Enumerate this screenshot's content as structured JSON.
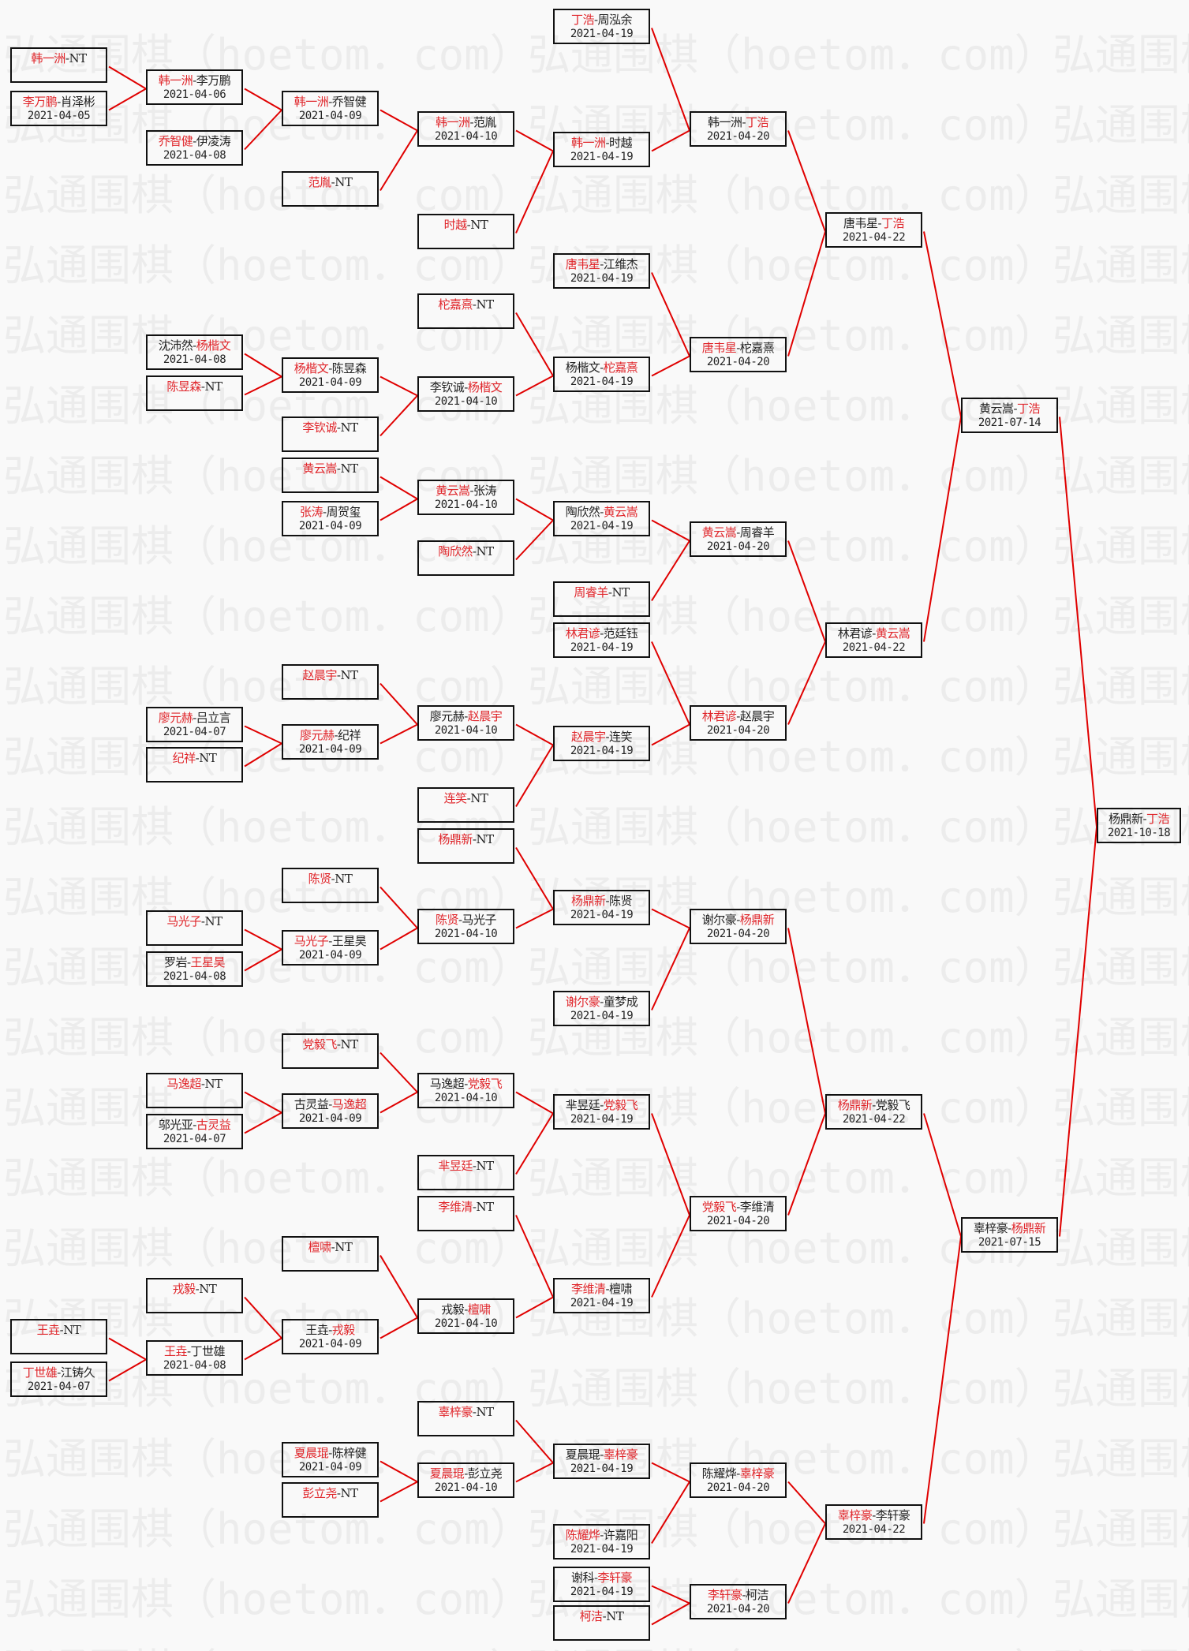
{
  "watermark": {
    "text": "弘通围棋（hoetom．com）"
  },
  "separator": "-",
  "colors": {
    "winner": "#e0262b",
    "line": "#e00000",
    "border": "#111111"
  },
  "matches": [
    {
      "a": "杨鼎新",
      "b": "丁浩",
      "winner": "b",
      "date": "2021-10-18"
    },
    {
      "a": "黄云嵩",
      "b": "丁浩",
      "winner": "b",
      "date": "2021-07-14"
    },
    {
      "a": "辜梓豪",
      "b": "杨鼎新",
      "winner": "b",
      "date": "2021-07-15"
    },
    {
      "a": "唐韦星",
      "b": "丁浩",
      "winner": "b",
      "date": "2021-04-22"
    },
    {
      "a": "林君谚",
      "b": "黄云嵩",
      "winner": "b",
      "date": "2021-04-22"
    },
    {
      "a": "杨鼎新",
      "b": "党毅飞",
      "winner": "a",
      "date": "2021-04-22"
    },
    {
      "a": "辜梓豪",
      "b": "李轩豪",
      "winner": "a",
      "date": "2021-04-22"
    },
    {
      "a": "韩一洲",
      "b": "丁浩",
      "winner": "b",
      "date": "2021-04-20"
    },
    {
      "a": "唐韦星",
      "b": "柁嘉熹",
      "winner": "a",
      "date": "2021-04-20"
    },
    {
      "a": "黄云嵩",
      "b": "周睿羊",
      "winner": "a",
      "date": "2021-04-20"
    },
    {
      "a": "林君谚",
      "b": "赵晨宇",
      "winner": "a",
      "date": "2021-04-20"
    },
    {
      "a": "谢尔豪",
      "b": "杨鼎新",
      "winner": "b",
      "date": "2021-04-20"
    },
    {
      "a": "党毅飞",
      "b": "李维清",
      "winner": "a",
      "date": "2021-04-20"
    },
    {
      "a": "陈耀烨",
      "b": "辜梓豪",
      "winner": "b",
      "date": "2021-04-20"
    },
    {
      "a": "李轩豪",
      "b": "柯洁",
      "winner": "a",
      "date": "2021-04-20"
    },
    {
      "a": "丁浩",
      "b": "周泓余",
      "winner": "a",
      "date": "2021-04-19"
    },
    {
      "a": "韩一洲",
      "b": "时越",
      "winner": "a",
      "date": "2021-04-19"
    },
    {
      "a": "唐韦星",
      "b": "江维杰",
      "winner": "a",
      "date": "2021-04-19"
    },
    {
      "a": "杨楷文",
      "b": "柁嘉熹",
      "winner": "b",
      "date": "2021-04-19"
    },
    {
      "a": "陶欣然",
      "b": "黄云嵩",
      "winner": "b",
      "date": "2021-04-19"
    },
    {
      "a": "周睿羊",
      "b": "NT",
      "winner": "a"
    },
    {
      "a": "林君谚",
      "b": "范廷钰",
      "winner": "a",
      "date": "2021-04-19"
    },
    {
      "a": "赵晨宇",
      "b": "连笑",
      "winner": "a",
      "date": "2021-04-19"
    },
    {
      "a": "杨鼎新",
      "b": "陈贤",
      "winner": "a",
      "date": "2021-04-19"
    },
    {
      "a": "谢尔豪",
      "b": "童梦成",
      "winner": "a",
      "date": "2021-04-19"
    },
    {
      "a": "芈昱廷",
      "b": "党毅飞",
      "winner": "b",
      "date": "2021-04-19"
    },
    {
      "a": "李维清",
      "b": "檀啸",
      "winner": "a",
      "date": "2021-04-19"
    },
    {
      "a": "夏晨琨",
      "b": "辜梓豪",
      "winner": "b",
      "date": "2021-04-19"
    },
    {
      "a": "陈耀烨",
      "b": "许嘉阳",
      "winner": "a",
      "date": "2021-04-19"
    },
    {
      "a": "谢科",
      "b": "李轩豪",
      "winner": "b",
      "date": "2021-04-19"
    },
    {
      "a": "柯洁",
      "b": "NT",
      "winner": "a"
    },
    {
      "a": "韩一洲",
      "b": "范胤",
      "winner": "a",
      "date": "2021-04-10"
    },
    {
      "a": "时越",
      "b": "NT",
      "winner": "a"
    },
    {
      "a": "柁嘉熹",
      "b": "NT",
      "winner": "a"
    },
    {
      "a": "李钦诚",
      "b": "杨楷文",
      "winner": "b",
      "date": "2021-04-10"
    },
    {
      "a": "黄云嵩",
      "b": "张涛",
      "winner": "a",
      "date": "2021-04-10"
    },
    {
      "a": "陶欣然",
      "b": "NT",
      "winner": "a"
    },
    {
      "a": "廖元赫",
      "b": "赵晨宇",
      "winner": "b",
      "date": "2021-04-10"
    },
    {
      "a": "连笑",
      "b": "NT",
      "winner": "a"
    },
    {
      "a": "杨鼎新",
      "b": "NT",
      "winner": "a"
    },
    {
      "a": "陈贤",
      "b": "马光子",
      "winner": "a",
      "date": "2021-04-10"
    },
    {
      "a": "马逸超",
      "b": "党毅飞",
      "winner": "b",
      "date": "2021-04-10"
    },
    {
      "a": "芈昱廷",
      "b": "NT",
      "winner": "a"
    },
    {
      "a": "李维清",
      "b": "NT",
      "winner": "a"
    },
    {
      "a": "戎毅",
      "b": "檀啸",
      "winner": "b",
      "date": "2021-04-10"
    },
    {
      "a": "辜梓豪",
      "b": "NT",
      "winner": "a"
    },
    {
      "a": "夏晨琨",
      "b": "彭立尧",
      "winner": "a",
      "date": "2021-04-10"
    },
    {
      "a": "韩一洲",
      "b": "乔智健",
      "winner": "a",
      "date": "2021-04-09"
    },
    {
      "a": "范胤",
      "b": "NT",
      "winner": "a"
    },
    {
      "a": "杨楷文",
      "b": "陈昱森",
      "winner": "a",
      "date": "2021-04-09"
    },
    {
      "a": "李钦诚",
      "b": "NT",
      "winner": "a"
    },
    {
      "a": "黄云嵩",
      "b": "NT",
      "winner": "a"
    },
    {
      "a": "张涛",
      "b": "周贺玺",
      "winner": "a",
      "date": "2021-04-09"
    },
    {
      "a": "赵晨宇",
      "b": "NT",
      "winner": "a"
    },
    {
      "a": "廖元赫",
      "b": "纪祥",
      "winner": "a",
      "date": "2021-04-09"
    },
    {
      "a": "陈贤",
      "b": "NT",
      "winner": "a"
    },
    {
      "a": "马光子",
      "b": "王星昊",
      "winner": "a",
      "date": "2021-04-09"
    },
    {
      "a": "党毅飞",
      "b": "NT",
      "winner": "a"
    },
    {
      "a": "古灵益",
      "b": "马逸超",
      "winner": "b",
      "date": "2021-04-09"
    },
    {
      "a": "檀啸",
      "b": "NT",
      "winner": "a"
    },
    {
      "a": "王垚",
      "b": "戎毅",
      "winner": "b",
      "date": "2021-04-09"
    },
    {
      "a": "夏晨琨",
      "b": "陈梓健",
      "winner": "a",
      "date": "2021-04-09"
    },
    {
      "a": "彭立尧",
      "b": "NT",
      "winner": "a"
    },
    {
      "a": "韩一洲",
      "b": "李万鹏",
      "winner": "a",
      "date": "2021-04-06"
    },
    {
      "a": "乔智健",
      "b": "伊凌涛",
      "winner": "a",
      "date": "2021-04-08"
    },
    {
      "a": "沈沛然",
      "b": "杨楷文",
      "winner": "b",
      "date": "2021-04-08"
    },
    {
      "a": "陈昱森",
      "b": "NT",
      "winner": "a"
    },
    {
      "a": "廖元赫",
      "b": "吕立言",
      "winner": "a",
      "date": "2021-04-07"
    },
    {
      "a": "纪祥",
      "b": "NT",
      "winner": "a"
    },
    {
      "a": "马光子",
      "b": "NT",
      "winner": "a"
    },
    {
      "a": "罗岩",
      "b": "王星昊",
      "winner": "b",
      "date": "2021-04-08"
    },
    {
      "a": "马逸超",
      "b": "NT",
      "winner": "a"
    },
    {
      "a": "邬光亚",
      "b": "古灵益",
      "winner": "b",
      "date": "2021-04-07"
    },
    {
      "a": "戎毅",
      "b": "NT",
      "winner": "a"
    },
    {
      "a": "王垚",
      "b": "丁世雄",
      "winner": "a",
      "date": "2021-04-08"
    },
    {
      "a": "韩一洲",
      "b": "NT",
      "winner": "a"
    },
    {
      "a": "李万鹏",
      "b": "肖泽彬",
      "winner": "a",
      "date": "2021-04-05"
    },
    {
      "a": "王垚",
      "b": "NT",
      "winner": "a"
    },
    {
      "a": "丁世雄",
      "b": "江铸久",
      "winner": "a",
      "date": "2021-04-07"
    }
  ]
}
